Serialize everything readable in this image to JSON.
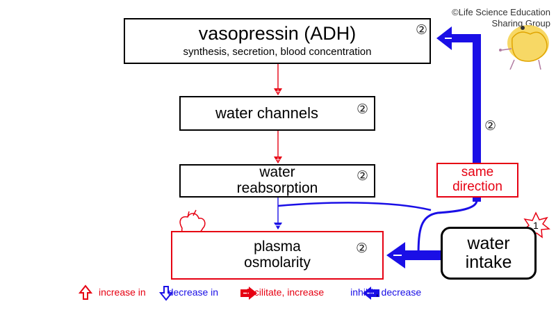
{
  "credit": {
    "line1": "©Life Science Education",
    "line2": "Sharing Group"
  },
  "boxes": {
    "adh": {
      "title": "vasopressin (ADH)",
      "subtitle": "synthesis, secretion, blood concentration",
      "marker": "②"
    },
    "channels": {
      "title": "water channels",
      "marker": "②"
    },
    "reabsorption": {
      "line1": "water",
      "line2": "reabsorption",
      "marker": "②"
    },
    "plasma": {
      "line1": "plasma",
      "line2": "osmolarity",
      "marker": "②"
    },
    "intake": {
      "line1": "water",
      "line2": "intake",
      "marker": "1"
    },
    "same_direction": {
      "line1": "same",
      "line2": "direction"
    }
  },
  "loop_marker": "②",
  "legend": {
    "increase": "increase in",
    "decrease": "decrease in",
    "facilitate": "facilitate, increase",
    "inhibit_prefix": "inhibit",
    "inhibit_sep": ", ",
    "inhibit_suffix": "decrease"
  },
  "colors": {
    "red": "#e60012",
    "blue": "#1a0fe6",
    "black": "#000000"
  },
  "icons": [
    "heart-icon",
    "cartoon-mascot-icon",
    "starburst-icon",
    "up-arrow-icon",
    "down-arrow-icon",
    "right-arrow-icon",
    "left-arrow-icon"
  ]
}
